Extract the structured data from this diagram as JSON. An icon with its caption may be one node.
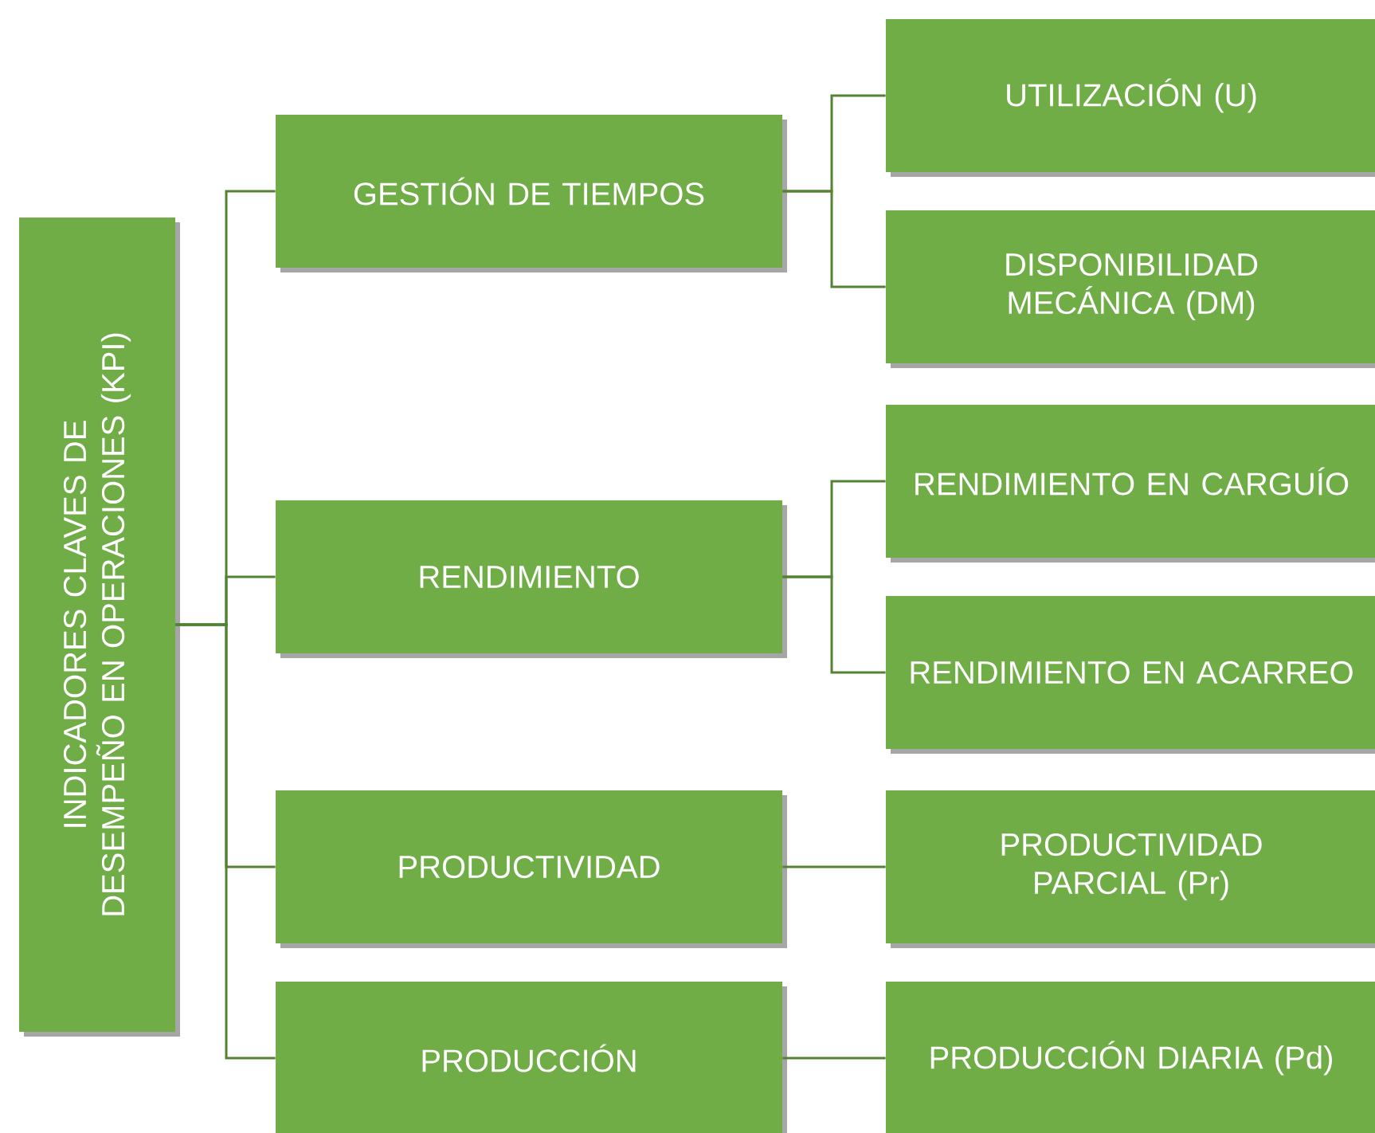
{
  "diagram": {
    "nodes": [
      {
        "text": [
          "INDICADORES CLAVES DE DESEMPEÑO EN OPERACIONES (KPI)"
        ]
      },
      {
        "text": [
          "GESTIÓN DE TIEMPOS"
        ]
      },
      {
        "text": [
          "UTILIZACIÓN (U)"
        ]
      },
      {
        "text": [
          "DISPONIBILIDAD MECÁNICA (DM)"
        ]
      },
      {
        "text": [
          "RENDIMIENTO"
        ]
      },
      {
        "text": [
          "RENDIMIENTO EN CARGUÍO"
        ]
      },
      {
        "text": [
          "RENDIMIENTO EN ACARREO"
        ]
      },
      {
        "text": [
          "PRODUCTIVIDAD"
        ]
      },
      {
        "text": [
          "PRODUCTIVIDAD PARCIAL (Pr)"
        ]
      },
      {
        "text": [
          "PRODUCCIÓN"
        ]
      },
      {
        "text": [
          "PRODUCCIÓN DIARIA (Pd)"
        ]
      }
    ],
    "edges": [
      {
        "from": 0,
        "to": 1,
        "arrow": "none"
      },
      {
        "from": 0,
        "to": 4,
        "arrow": "none"
      },
      {
        "from": 0,
        "to": 7,
        "arrow": "none"
      },
      {
        "from": 0,
        "to": 9,
        "arrow": "none"
      },
      {
        "from": 1,
        "to": 2,
        "arrow": "none"
      },
      {
        "from": 1,
        "to": 3,
        "arrow": "none"
      },
      {
        "from": 4,
        "to": 5,
        "arrow": "none"
      },
      {
        "from": 4,
        "to": 6,
        "arrow": "none"
      },
      {
        "from": 7,
        "to": 8,
        "arrow": "none"
      },
      {
        "from": 9,
        "to": 10,
        "arrow": "none"
      }
    ]
  }
}
